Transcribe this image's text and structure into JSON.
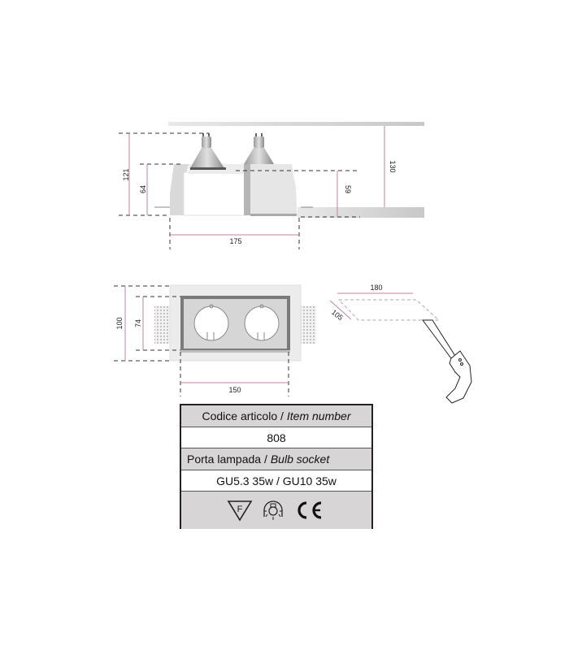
{
  "section_view": {
    "dimensions": {
      "total_height": "121",
      "body_height": "64",
      "recess_height": "59",
      "ceiling_cavity": "130",
      "width": "175"
    }
  },
  "plan_view": {
    "dimensions": {
      "outer_height": "100",
      "inner_height": "74",
      "inner_width": "150"
    }
  },
  "cutout_view": {
    "dimensions": {
      "length": "180",
      "width": "105"
    }
  },
  "spec_table": {
    "item_label_it": "Codice articolo /",
    "item_label_en": "Item number",
    "item_value": "808",
    "socket_label_it": "Porta lampada /",
    "socket_label_en": "Bulb socket",
    "socket_value": "GU5.3 35w / GU10 35w",
    "certifications": [
      "f-mark-icon",
      "luminaire-icon",
      "ce-mark-icon"
    ]
  },
  "colors": {
    "dimension_line": "#c77fa8",
    "dashed_line": "#333333",
    "table_grey": "#d7d5d6",
    "fixture_grey": "#e4e4e4"
  }
}
